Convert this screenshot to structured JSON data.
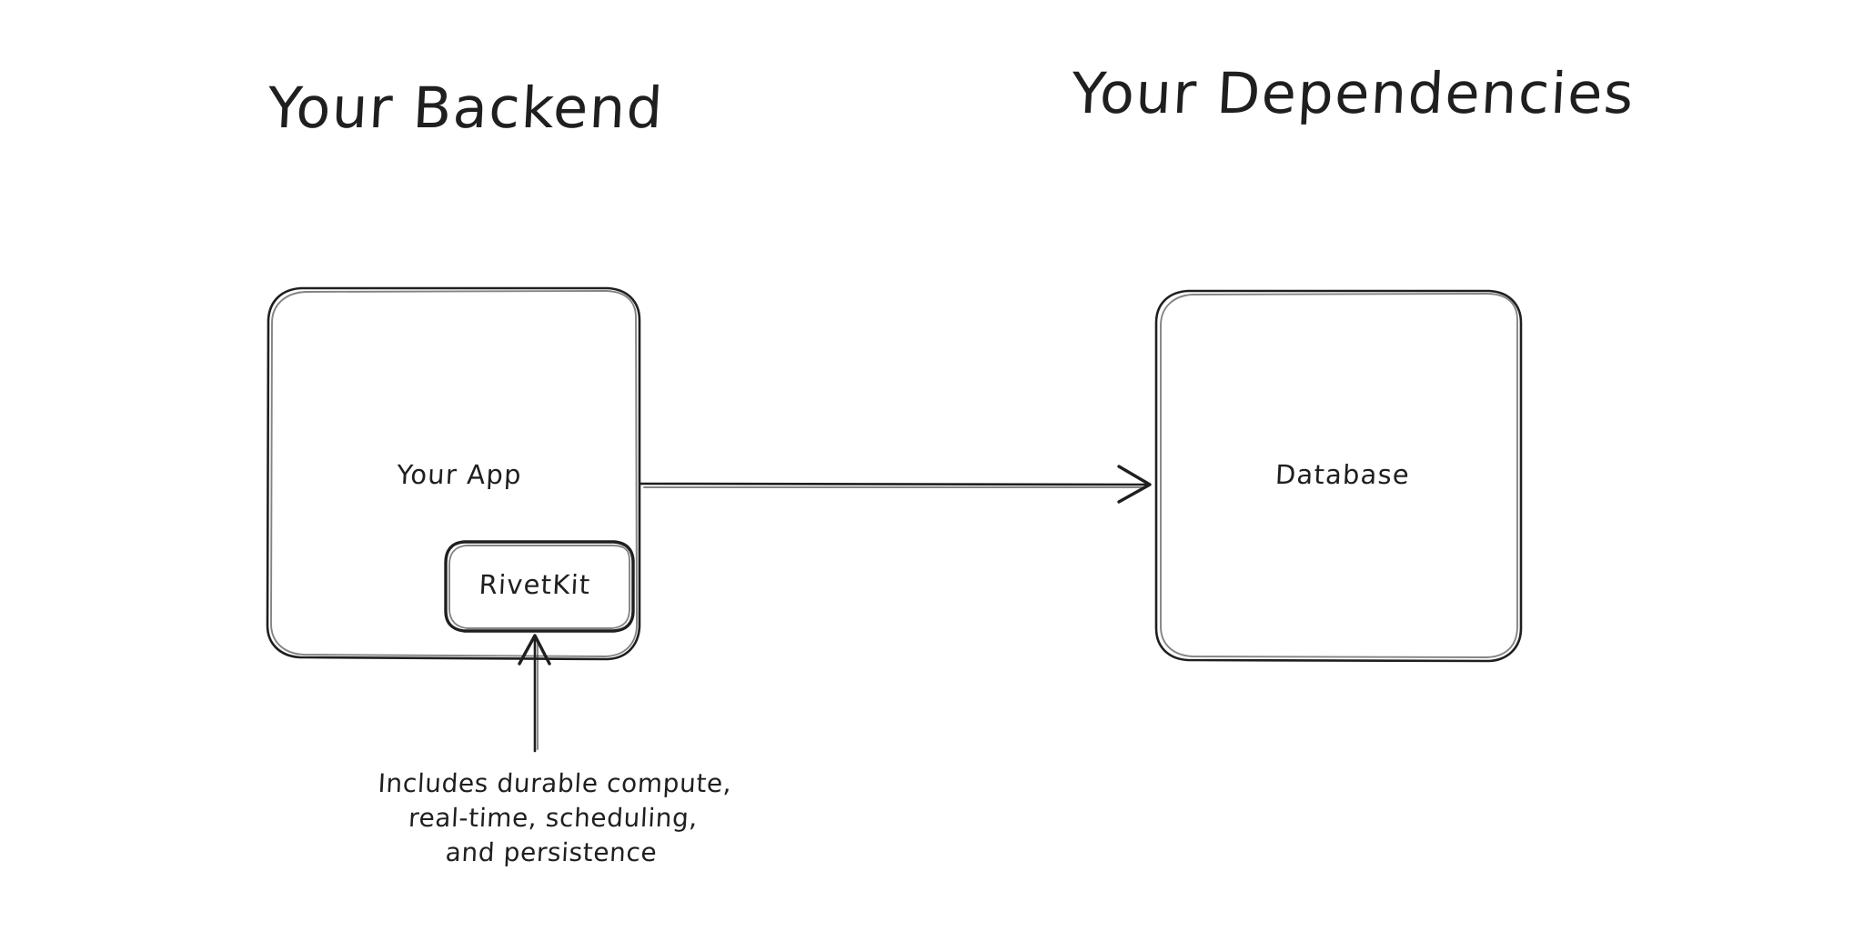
{
  "diagram": {
    "title_left": "Your Backend",
    "title_right": "Your Dependencies",
    "background_color": "#ffffff",
    "stroke_color": "#1f1f1f",
    "style": "hand-drawn-sketch"
  },
  "groups": [
    {
      "name": "your-backend",
      "label": "Your Backend"
    },
    {
      "name": "your-dependencies",
      "label": "Your Dependencies"
    }
  ],
  "nodes": {
    "your_app": {
      "label": "Your App"
    },
    "rivetkit": {
      "label": "RivetKit"
    },
    "database": {
      "label": "Database"
    }
  },
  "edges": [
    {
      "from": "your_app",
      "to": "database",
      "arrowhead": "open-v",
      "label": ""
    },
    {
      "from": "callout",
      "to": "rivetkit",
      "arrowhead": "open-v",
      "label": ""
    }
  ],
  "callout": {
    "lines": [
      "Includes durable compute,",
      "real-time, scheduling,",
      "and persistence"
    ],
    "text": "Includes durable compute,\nreal-time, scheduling,\nand persistence"
  }
}
